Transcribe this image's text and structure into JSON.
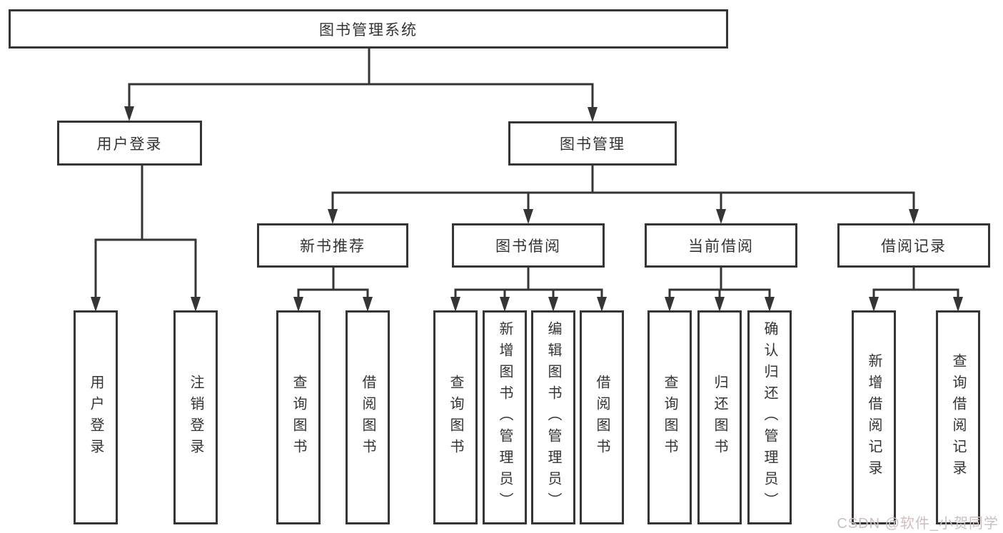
{
  "tree": {
    "label": "图书管理系统",
    "children": [
      {
        "label": "用户登录",
        "children": [
          {
            "label": "用户登录"
          },
          {
            "label": "注销登录"
          }
        ]
      },
      {
        "label": "图书管理",
        "children": [
          {
            "label": "新书推荐",
            "children": [
              {
                "label": "查询图书"
              },
              {
                "label": "借阅图书"
              }
            ]
          },
          {
            "label": "图书借阅",
            "children": [
              {
                "label": "查询图书"
              },
              {
                "label": "新增图书（管理员）"
              },
              {
                "label": "编辑图书（管理员）"
              },
              {
                "label": "借阅图书"
              }
            ]
          },
          {
            "label": "当前借阅",
            "children": [
              {
                "label": "查询图书"
              },
              {
                "label": "归还图书"
              },
              {
                "label": "确认归还（管理员）"
              }
            ]
          },
          {
            "label": "借阅记录",
            "children": [
              {
                "label": "新增借阅记录"
              },
              {
                "label": "查询借阅记录"
              }
            ]
          }
        ]
      }
    ]
  },
  "watermark": {
    "text": "CSDN @软件_小贺同学"
  },
  "colors": {
    "line": "#353535",
    "box_border": "#353535",
    "box_fill": "#ffffff",
    "text": "#333333",
    "watermark": "#ccbfbf",
    "background": "#ffffff"
  }
}
